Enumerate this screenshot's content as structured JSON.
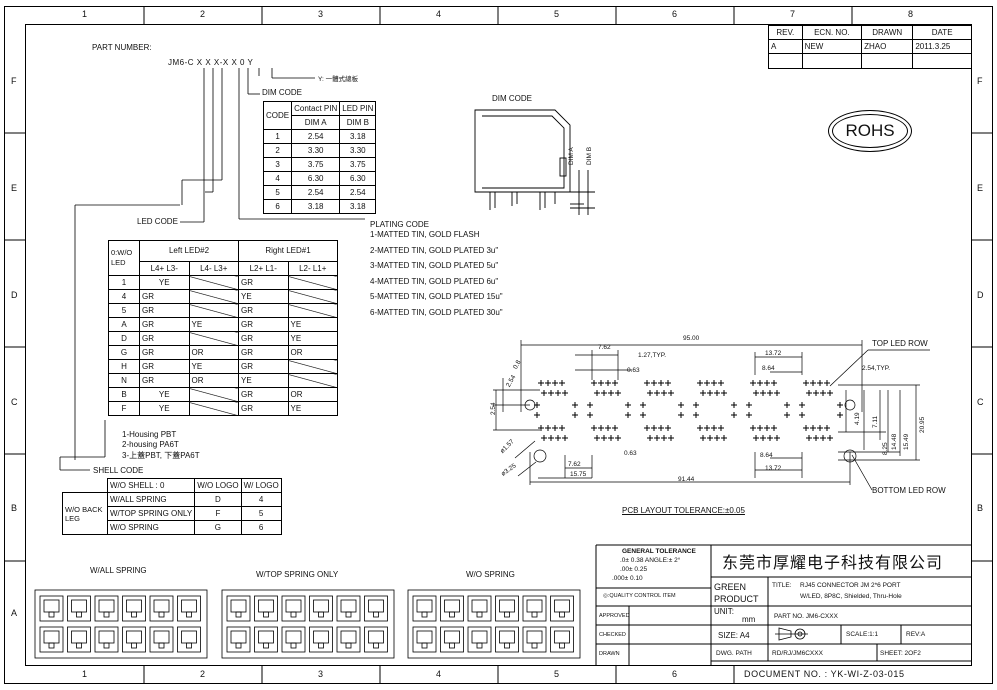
{
  "frame": {
    "cols": [
      "1",
      "2",
      "3",
      "4",
      "5",
      "6",
      "7",
      "8"
    ],
    "rows": [
      "F",
      "E",
      "D",
      "C",
      "B",
      "A"
    ]
  },
  "revision": {
    "headers": [
      "REV.",
      "ECN. NO.",
      "DRAWN",
      "DATE"
    ],
    "values": [
      "A",
      "NEW",
      "ZHAO",
      "2011.3.25"
    ]
  },
  "rohs": "ROHS",
  "part_number": {
    "label": "PART NUMBER:",
    "code": "JM6-C X X X-X X 0 Y",
    "y_note": "Y: 一體式總板",
    "dim_code_label": "DIM CODE",
    "led_code_label": "LED CODE",
    "plating_code_label": "PLATING CODE",
    "shell_code_label": "SHELL CODE"
  },
  "dim_table": {
    "headers": [
      "CODE",
      "Contact PIN",
      "LED PIN",
      "DIM A",
      "DIM B"
    ],
    "rows": [
      [
        "1",
        "2.54",
        "3.18"
      ],
      [
        "2",
        "3.30",
        "3.30"
      ],
      [
        "3",
        "3.75",
        "3.75"
      ],
      [
        "4",
        "6.30",
        "6.30"
      ],
      [
        "5",
        "2.54",
        "2.54"
      ],
      [
        "6",
        "3.18",
        "3.18"
      ]
    ]
  },
  "dim_code_title": "DIM CODE",
  "dim_a": "DIM A",
  "dim_b": "DIM B",
  "plating": [
    "1-MATTED TIN, GOLD FLASH",
    "2-MATTED TIN, GOLD PLATED 3u\"",
    "3-MATTED TIN, GOLD PLATED 5u\"",
    "4-MATTED TIN, GOLD PLATED 6u\"",
    "5-MATTED TIN, GOLD PLATED 15u\"",
    "6-MATTED TIN, GOLD PLATED 30u\""
  ],
  "led_table": {
    "corner": "0:W/O LED",
    "left_header": "Left LED#2",
    "right_header": "Right LED#1",
    "sub": [
      "L4+ L3-",
      "L4- L3+",
      "L2+ L1-",
      "L2- L1+"
    ],
    "rows": [
      [
        "1",
        "YE",
        "",
        "GR",
        ""
      ],
      [
        "4",
        "GR",
        "",
        "YE",
        ""
      ],
      [
        "5",
        "GR",
        "",
        "GR",
        ""
      ],
      [
        "A",
        "GR",
        "YE",
        "GR",
        "YE"
      ],
      [
        "D",
        "GR",
        "",
        "GR",
        "YE"
      ],
      [
        "G",
        "GR",
        "OR",
        "GR",
        "OR"
      ],
      [
        "H",
        "GR",
        "YE",
        "GR",
        ""
      ],
      [
        "N",
        "GR",
        "OR",
        "YE",
        ""
      ],
      [
        "B",
        "YE",
        "",
        "GR",
        "OR"
      ],
      [
        "F",
        "YE",
        "",
        "GR",
        "YE"
      ]
    ]
  },
  "housing": [
    "1-Housing PBT",
    "2-housing PA6T",
    "3-上蓋PBT, 下蓋PA6T"
  ],
  "shell_table": {
    "headers": [
      "W/O SHELL : 0",
      "W/O LOGO",
      "W/ LOGO"
    ],
    "side": "W/O BACK LEG",
    "rows": [
      [
        "W/ALL SPRING",
        "D",
        "4"
      ],
      [
        "W/TOP SPRING ONLY",
        "F",
        "5"
      ],
      [
        "W/O SPRING",
        "G",
        "6"
      ]
    ]
  },
  "pcb": {
    "dims": {
      "d9500": "95.00",
      "d762": "7.62",
      "d127": "1.27,TYP.",
      "d063": "0.63",
      "d1372": "13.72",
      "d864": "8.64",
      "d254typ": "2.54,TYP.",
      "d254": "2.54",
      "d254b": "2.54",
      "d08": "0.8",
      "d157": "ø1.57",
      "d325": "ø3.25",
      "d762b": "7.62",
      "d063b": "0.63",
      "d1575": "15.75",
      "d9144": "91.44",
      "d864b": "8.64",
      "d1372b": "13.72",
      "d419": "4.19",
      "d711": "7.11",
      "d825": "8.25",
      "d1448": "14.48",
      "d1549": "15.49",
      "d2095": "20.95"
    },
    "top_row": "TOP LED ROW",
    "bottom_row": "BOTTOM LED ROW",
    "layout_label": "PCB LAYOUT   TOLERANCE:±0.05"
  },
  "views": [
    "W/ALL SPRING",
    "W/TOP SPRING ONLY",
    "W/O SPRING"
  ],
  "title_block": {
    "tol_title": "GENERAL TOLERANCE",
    "tol1": ".0± 0.38 ANGLE:± 2°",
    "tol2": ".00± 0.25",
    "tol3": ".000± 0.10",
    "quality": "◎:QUALITY CONTROL ITEM",
    "approved": "APPROVED",
    "checked": "CHECKED",
    "drawn": "DRAWN",
    "company": "东莞市厚耀电子科技有限公司",
    "green": "GREEN",
    "product": "PRODUCT",
    "title_label": "TITLE:",
    "title1": "RJ45 CONNECTOR JM 2*6 PORT",
    "title2": "W/LED, 8P8C, Shielded, Thru-Hole",
    "unit_label": "UNIT:",
    "unit": "mm",
    "part_no": "PART NO. JM6-CXXX",
    "size": "SIZE: A4",
    "scale": "SCALE:1:1",
    "rev": "REV:A",
    "dwg_path_label": "DWG. PATH",
    "dwg_path": "RD/RJ/JM6CXXX",
    "sheet": "SHEET: 2OF2",
    "document": "DOCUMENT NO. : YK-WI-Z-03-015"
  }
}
